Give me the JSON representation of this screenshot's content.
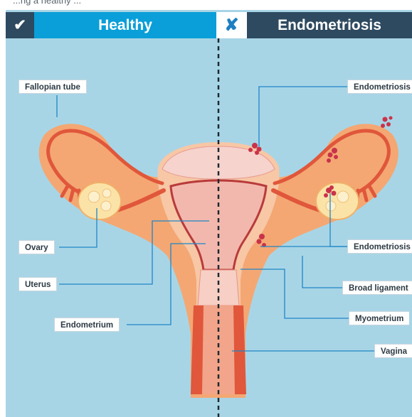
{
  "caption_fragment": "...ng a healthy ...",
  "header": {
    "check_icon": "✔",
    "healthy_label": "Healthy",
    "x_icon": "✘",
    "endometriosis_label": "Endometriosis"
  },
  "labels": {
    "fallopian_tube": "Fallopian tube",
    "ovary": "Ovary",
    "uterus": "Uterus",
    "endometrium": "Endometrium",
    "endometriosis_top": "Endometriosis",
    "endometriosis_mid": "Endometriosis",
    "broad_ligament": "Broad ligament",
    "myometrium": "Myometrium",
    "vagina": "Vagina"
  },
  "colors": {
    "background": "#a8d5e6",
    "healthy_header": "#0a9fd8",
    "dark_header": "#2e4a60",
    "tissue_outer": "#f4a773",
    "tissue_inner": "#f7c7a6",
    "tissue_pink": "#f6c6be",
    "endometrial_lesion": "#c9334a",
    "leader_line": "#1f86c7"
  },
  "icons": {
    "check": "check-icon",
    "cross": "cross-icon"
  }
}
